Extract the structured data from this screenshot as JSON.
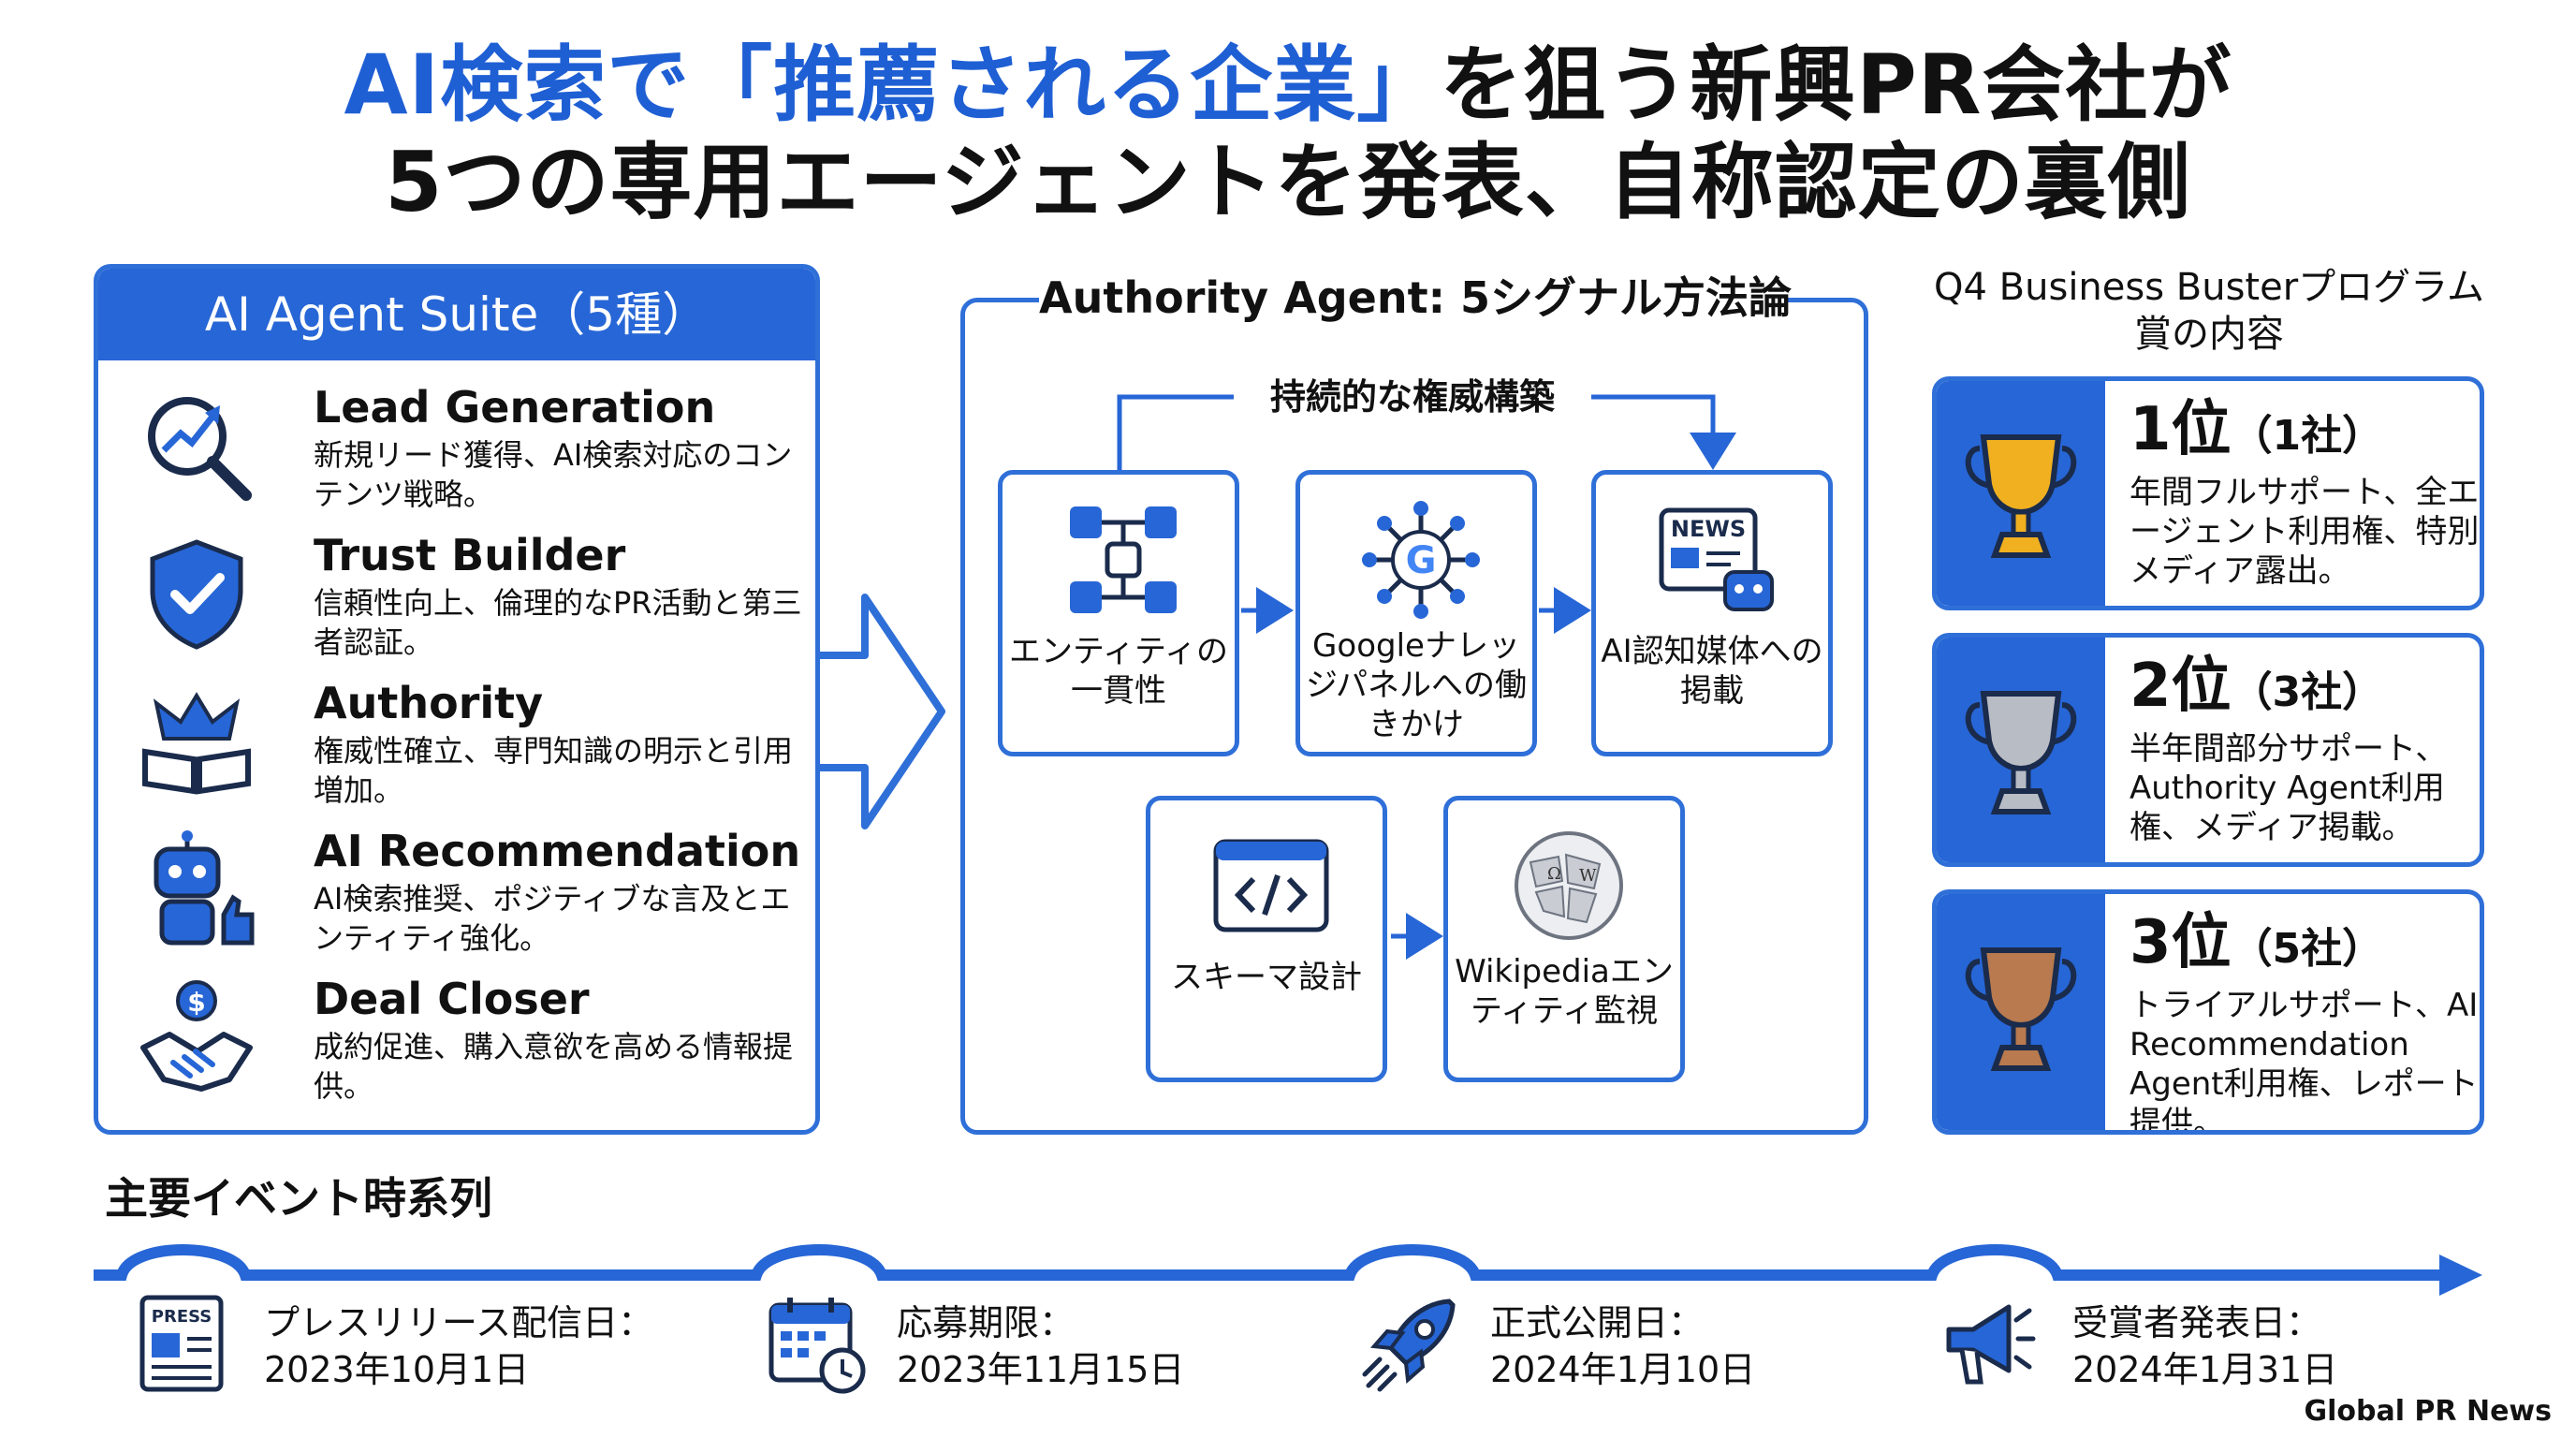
{
  "headline": {
    "line1_blue": "AI検索で「推薦される企業」",
    "line1_rest": "を狙う新興PR会社が",
    "line2": "5つの専用エージェントを発表、自称認定の裏側"
  },
  "agent_suite": {
    "title": "AI Agent Suite（5種）",
    "agents": [
      {
        "name": "Lead Generation",
        "desc": "新規リード獲得、AI検索対応のコンテンツ戦略。",
        "icon": "search-chart-icon"
      },
      {
        "name": "Trust Builder",
        "desc": "信頼性向上、倫理的なPR活動と第三者認証。",
        "icon": "shield-check-icon"
      },
      {
        "name": "Authority",
        "desc": "権威性確立、専門知識の明示と引用増加。",
        "icon": "crown-book-icon"
      },
      {
        "name": "AI Recommendation",
        "desc": "AI検索推奨、ポジティブな言及とエンティティ強化。",
        "icon": "robot-thumbs-up-icon"
      },
      {
        "name": "Deal Closer",
        "desc": "成約促進、購入意欲を高める情報提供。",
        "icon": "handshake-dollar-icon"
      }
    ]
  },
  "authority_agent": {
    "title": "Authority Agent: 5シグナル方法論",
    "loop_label": "持続的な権威構築",
    "nodes": [
      {
        "label": "エンティティの一貫性",
        "icon": "entity-network-icon"
      },
      {
        "label": "Googleナレッジパネルへの働きかけ",
        "icon": "google-hub-icon"
      },
      {
        "label": "AI認知媒体への掲載",
        "icon": "news-robot-icon",
        "badge": "NEWS"
      },
      {
        "label": "スキーマ設計",
        "icon": "code-window-icon"
      },
      {
        "label": "Wikipediaエンティティ監視",
        "icon": "wikipedia-globe-icon"
      }
    ]
  },
  "program": {
    "title": "Q4 Business Busterプログラム賞の内容",
    "prizes": [
      {
        "rank": "1位",
        "count": "（1社）",
        "desc": "年間フルサポート、全エージェント利用権、特別メディア露出。",
        "icon": "gold-trophy-icon",
        "color": "#f0b020"
      },
      {
        "rank": "2位",
        "count": "（3社）",
        "desc": "半年間部分サポート、Authority Agent利用権、メディア掲載。",
        "icon": "silver-trophy-icon",
        "color": "#b8bcc4"
      },
      {
        "rank": "3位",
        "count": "（5社）",
        "desc": "トライアルサポート、AI Recommendation Agent利用権、レポート提供。",
        "icon": "bronze-trophy-icon",
        "color": "#b87a4e"
      }
    ]
  },
  "timeline": {
    "title": "主要イベント時系列",
    "events": [
      {
        "label": "プレスリリース配信日：",
        "date": "2023年10月1日",
        "icon": "press-release-icon",
        "badge": "PRESS"
      },
      {
        "label": "応募期限：",
        "date": "2023年11月15日",
        "icon": "calendar-clock-icon"
      },
      {
        "label": "正式公開日：",
        "date": "2024年1月10日",
        "icon": "rocket-icon"
      },
      {
        "label": "受賞者発表日：",
        "date": "2024年1月31日",
        "icon": "megaphone-icon"
      }
    ]
  },
  "footer": "Global PR News",
  "colors": {
    "accent": "#2766d6",
    "text": "#111111",
    "icon_dark": "#1a2b4c"
  }
}
